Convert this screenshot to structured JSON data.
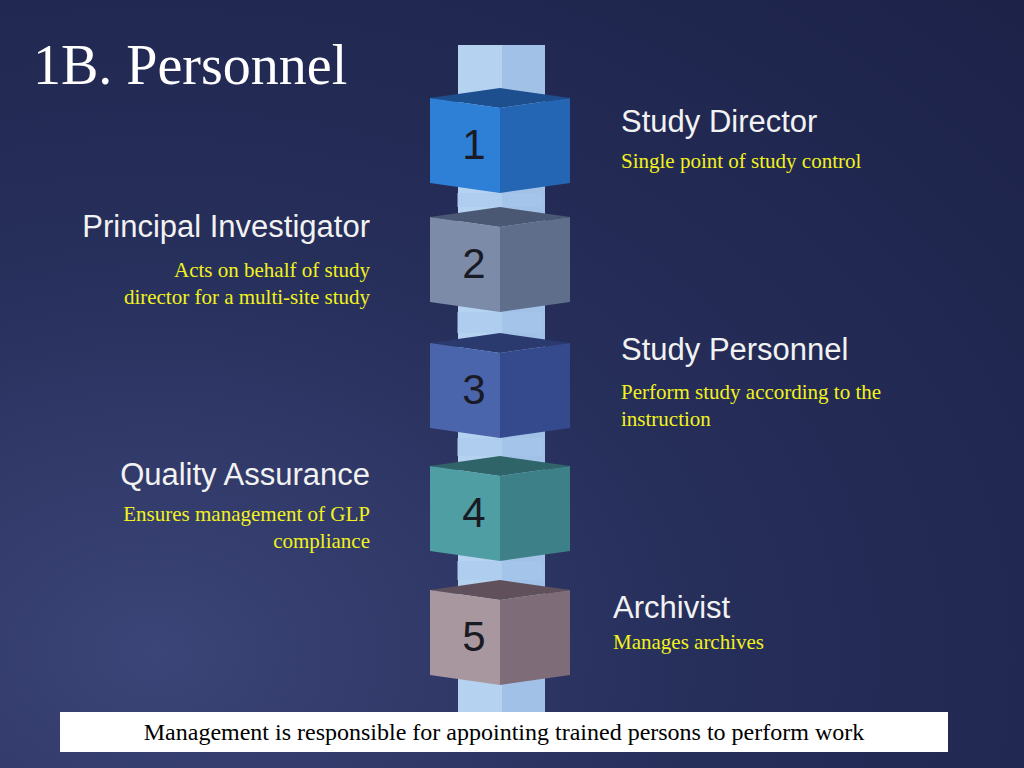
{
  "diagram": {
    "title": "1B. Personnel",
    "nodes": [
      {
        "text": [
          "1",
          "Study Director",
          "Single point of study control"
        ]
      },
      {
        "text": [
          "2",
          "Principal Investigator",
          "Acts on behalf of study director for a multi-site study"
        ]
      },
      {
        "text": [
          "3",
          "Study Personnel",
          "Perform study according to the instruction"
        ]
      },
      {
        "text": [
          "4",
          "Quality Assurance",
          "Ensures management of GLP compliance"
        ]
      },
      {
        "text": [
          "5",
          "Archivist",
          "Manages archives"
        ]
      },
      {
        "text": [
          "Management is responsible for appointing trained persons to perform work"
        ]
      }
    ],
    "edges": [
      {
        "from": 0,
        "to": 1,
        "arrow": "none"
      },
      {
        "from": 1,
        "to": 2,
        "arrow": "none"
      },
      {
        "from": 2,
        "to": 3,
        "arrow": "none"
      },
      {
        "from": 3,
        "to": 4,
        "arrow": "none"
      }
    ]
  }
}
